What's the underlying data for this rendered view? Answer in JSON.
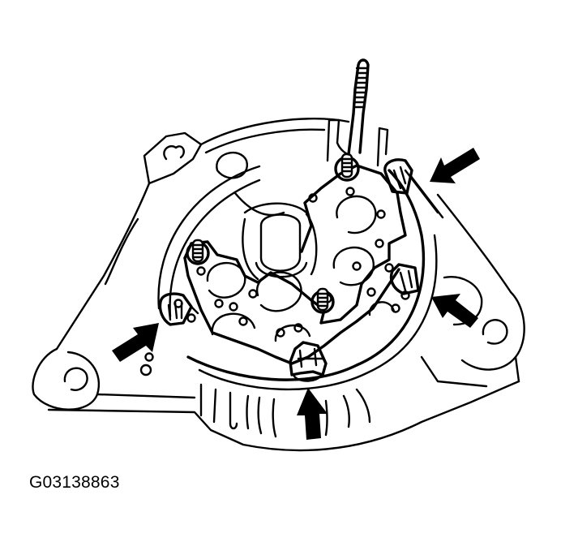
{
  "diagram": {
    "subject": "alternator rear view with rectifier holder",
    "figure_code": "G03138863",
    "colors": {
      "line": "#000000",
      "background": "#ffffff"
    },
    "arrows": [
      {
        "id": "arrow-top-right",
        "direction": "down-left",
        "points_to": "top-right clip"
      },
      {
        "id": "arrow-mid-right",
        "direction": "up-left",
        "points_to": "right clip"
      },
      {
        "id": "arrow-left",
        "direction": "up-right",
        "points_to": "left clip"
      },
      {
        "id": "arrow-bottom",
        "direction": "up",
        "points_to": "bottom clip"
      }
    ],
    "parts": [
      "terminal bolt",
      "rectifier holder",
      "housing",
      "mounting bracket",
      "cooling fins",
      "stud bolts",
      "retaining clips"
    ]
  }
}
